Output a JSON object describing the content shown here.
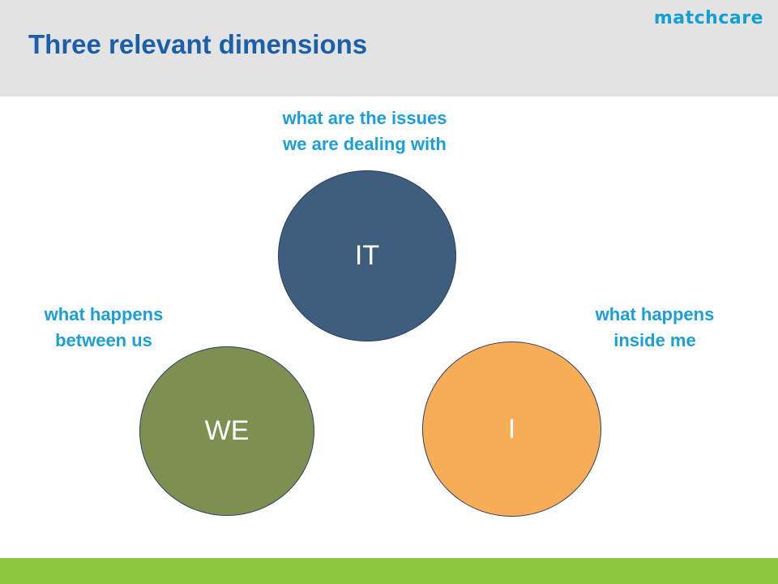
{
  "header": {
    "title": "Three relevant dimensions",
    "logo_text": "matchcare"
  },
  "diagram": {
    "it": {
      "label": "IT",
      "caption_line1": "what are the issues",
      "caption_line2": "we are dealing with",
      "color": "#3f5e7e"
    },
    "we": {
      "label": "WE",
      "caption_line1": "what happens",
      "caption_line2": "between us",
      "color": "#7e9051"
    },
    "i": {
      "label": "I",
      "caption_line1": "what happens",
      "caption_line2": "inside me",
      "color": "#f6ad55"
    }
  },
  "colors": {
    "title": "#1b5fa8",
    "caption": "#1a9fd9",
    "header_band": "#e3e3e3",
    "footer_band": "#8cc63e"
  }
}
